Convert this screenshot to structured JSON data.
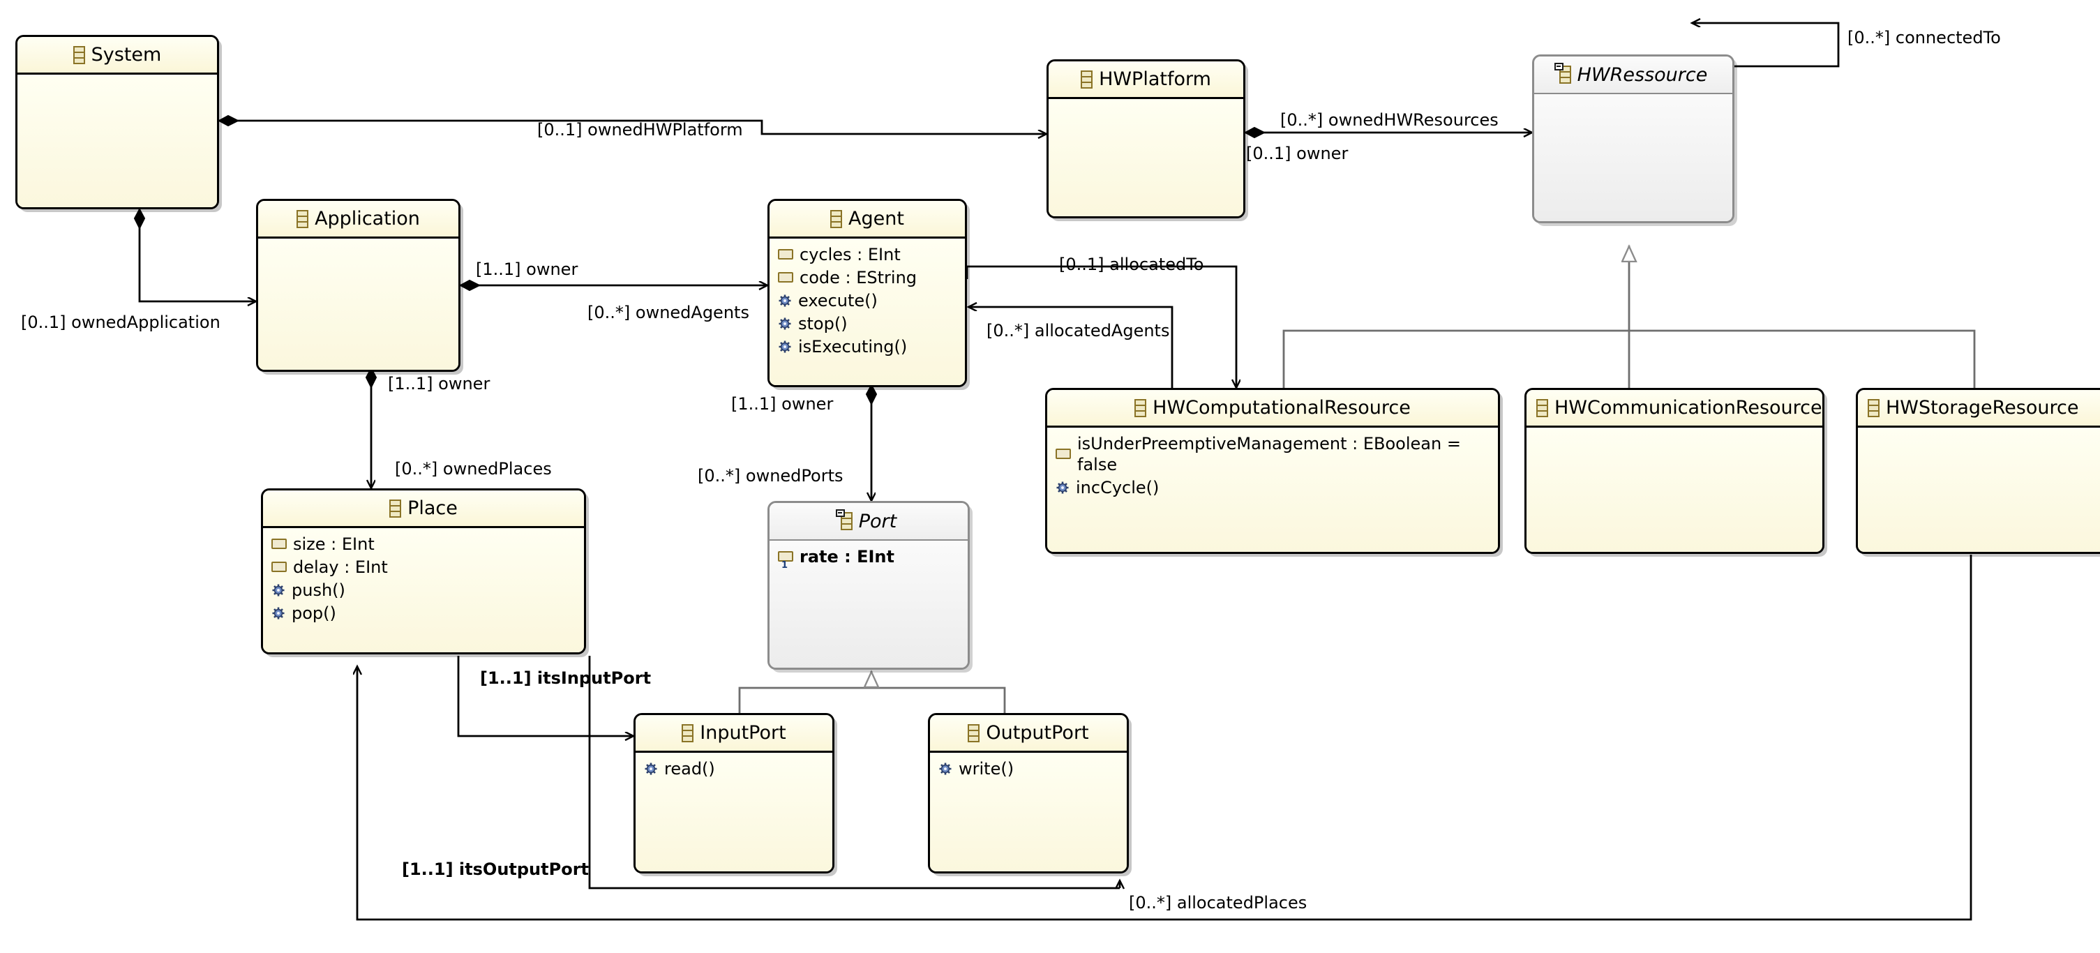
{
  "diagram": {
    "kind": "uml-class-diagram",
    "colors": {
      "concrete_fill": "#fffee8",
      "concrete_border": "#000000",
      "abstract_fill": "#f2f2f2",
      "abstract_border": "#8c8c8c",
      "canvas": "#ffffff",
      "attribute_icon": "#8a7326",
      "operation_icon": "#3b5e9c"
    },
    "classes": [
      {
        "id": "system",
        "name": "System",
        "abstract": false,
        "icon": "class-icon",
        "attributes": [],
        "operations": []
      },
      {
        "id": "application",
        "name": "Application",
        "abstract": false,
        "icon": "class-icon",
        "attributes": [],
        "operations": []
      },
      {
        "id": "agent",
        "name": "Agent",
        "abstract": false,
        "icon": "class-icon",
        "attributes": [
          "cycles : EInt",
          "code : EString"
        ],
        "operations": [
          "execute()",
          "stop()",
          "isExecuting()"
        ]
      },
      {
        "id": "place",
        "name": "Place",
        "abstract": false,
        "icon": "class-icon",
        "attributes": [
          "size : EInt",
          "delay : EInt"
        ],
        "operations": [
          "push()",
          "pop()"
        ]
      },
      {
        "id": "port",
        "name": "Port",
        "abstract": true,
        "icon": "class-icon-abstract",
        "attributes": [
          "rate : EInt"
        ],
        "operations": []
      },
      {
        "id": "inputport",
        "name": "InputPort",
        "abstract": false,
        "icon": "class-icon",
        "attributes": [],
        "operations": [
          "read()"
        ]
      },
      {
        "id": "outputport",
        "name": "OutputPort",
        "abstract": false,
        "icon": "class-icon",
        "attributes": [],
        "operations": [
          "write()"
        ]
      },
      {
        "id": "hwplatform",
        "name": "HWPlatform",
        "abstract": false,
        "icon": "class-icon",
        "attributes": [],
        "operations": []
      },
      {
        "id": "hwressource",
        "name": "HWRessource",
        "abstract": true,
        "icon": "class-icon-abstract",
        "attributes": [],
        "operations": []
      },
      {
        "id": "hwcomputationalresource",
        "name": "HWComputationalResource",
        "abstract": false,
        "icon": "class-icon",
        "attributes": [
          "isUnderPreemptiveManagement : EBoolean = false"
        ],
        "operations": [
          "incCycle()"
        ]
      },
      {
        "id": "hwcommunicationresource",
        "name": "HWCommunicationResource",
        "abstract": false,
        "icon": "class-icon",
        "attributes": [],
        "operations": []
      },
      {
        "id": "hwstorageresource",
        "name": "HWStorageResource",
        "abstract": false,
        "icon": "class-icon",
        "attributes": [],
        "operations": []
      }
    ],
    "edge_labels": {
      "owned_hw_platform": "[0..1] ownedHWPlatform",
      "owned_hw_resources": "[0..*] ownedHWResources",
      "hw_owner": "[0..1] owner",
      "connected_to": "[0..*] connectedTo",
      "owned_application": "[0..1] ownedApplication",
      "app_owner": "[1..1] owner",
      "owned_agents": "[0..*] ownedAgents",
      "place_owner": "[1..1] owner",
      "owned_places": "[0..*] ownedPlaces",
      "port_owner": "[1..1] owner",
      "owned_ports": "[0..*] ownedPorts",
      "allocated_to": "[0..1] allocatedTo",
      "allocated_agents": "[0..*] allocatedAgents",
      "its_input_port": "[1..1] itsInputPort",
      "its_output_port": "[1..1] itsOutputPort",
      "allocated_places": "[0..*] allocatedPlaces"
    }
  }
}
